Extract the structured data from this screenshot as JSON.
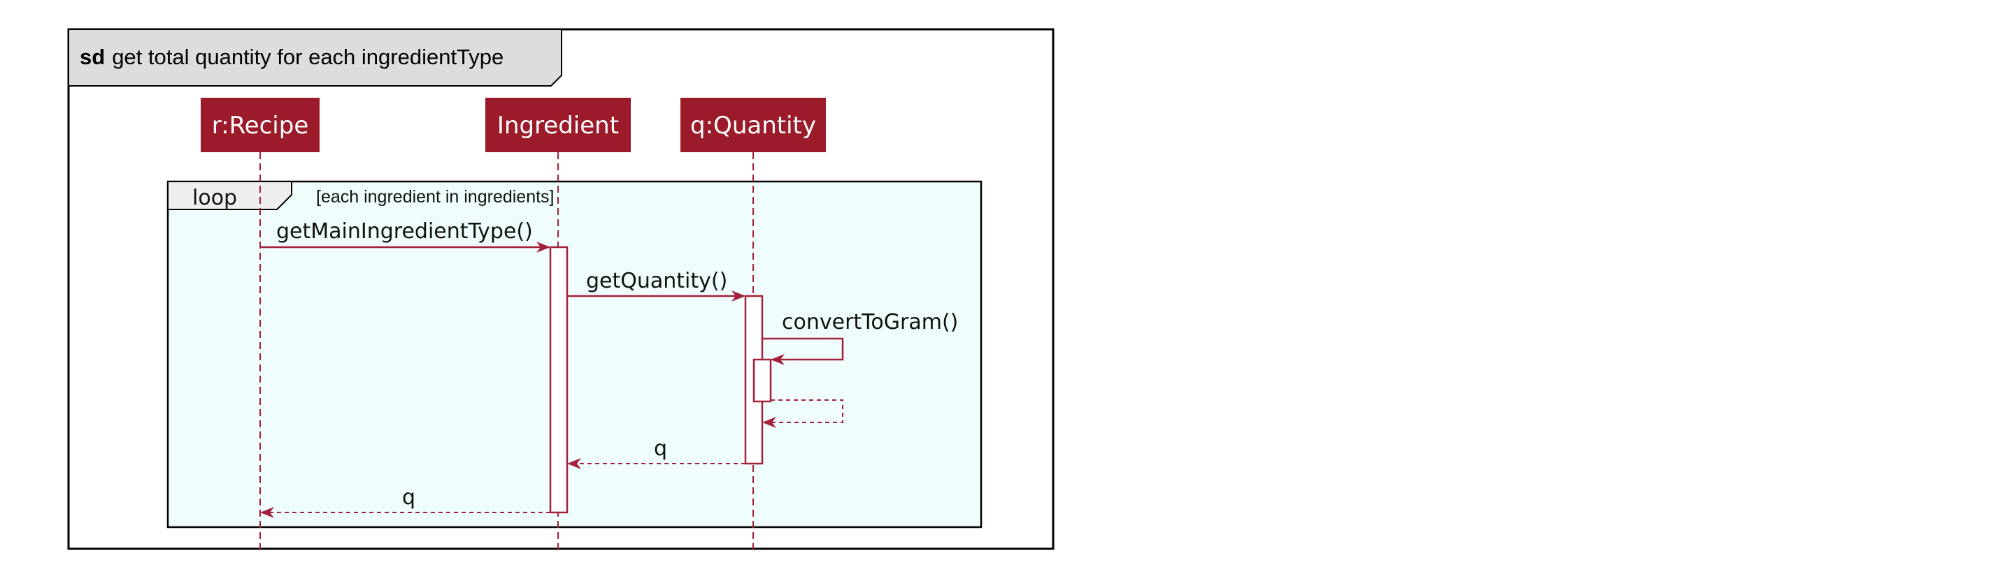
{
  "frame": {
    "keyword": "sd",
    "title": "get total quantity for each ingredientType"
  },
  "lifelines": [
    {
      "label": "r:Recipe"
    },
    {
      "label": "Ingredient"
    },
    {
      "label": "q:Quantity"
    }
  ],
  "loop": {
    "keyword": "loop",
    "guard": "[each ingredient in ingredients]"
  },
  "messages": [
    {
      "label": "getMainIngredientType()",
      "kind": "call"
    },
    {
      "label": "getQuantity()",
      "kind": "call"
    },
    {
      "label": "convertToGram()",
      "kind": "self-call"
    },
    {
      "label": "",
      "kind": "self-return"
    },
    {
      "label": "q",
      "kind": "return"
    },
    {
      "label": "q",
      "kind": "return"
    }
  ],
  "colors": {
    "lifeline_fill": "#9b1b2a",
    "line": "#a4203a",
    "loop_fill": "#f0fdfd",
    "title_tab_fill": "#dddddd",
    "loop_tab_fill": "#eeeeee"
  }
}
